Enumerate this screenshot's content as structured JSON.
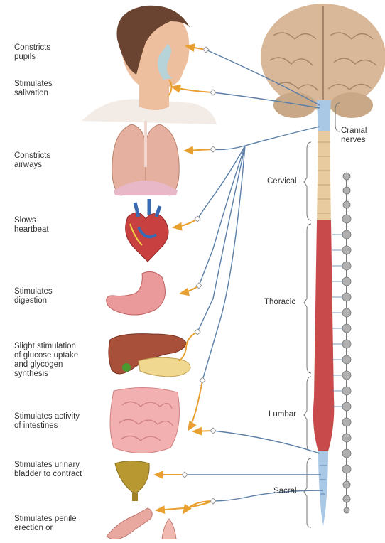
{
  "effects": {
    "pupils": "Constricts\npupils",
    "salivation": "Stimulates\nsalivation",
    "airways": "Constricts\nairways",
    "heartbeat": "Slows\nheartbeat",
    "digestion": "Stimulates\ndigestion",
    "glucose": "Slight stimulation\nof glucose uptake\nand glycogen\nsynthesis",
    "intestines": "Stimulates activity\nof intestines",
    "bladder": "Stimulates urinary\nbladder to contract",
    "penile": "Stimulates penile\nerection or"
  },
  "regions": {
    "cranial": "Cranial\nnerves",
    "cervical": "Cervical",
    "thoracic": "Thoracic",
    "lumbar": "Lumbar",
    "sacral": "Sacral"
  },
  "colors": {
    "parasympathetic_nerve": "#5b7fa8",
    "effector_arrow": "#e8a030",
    "sympathetic_cord": "#c94a4a",
    "parasympathetic_cord": "#a9c8e6",
    "spinal_cord": "#e8cca0",
    "ganglion_chain": "#9a9a9a"
  }
}
